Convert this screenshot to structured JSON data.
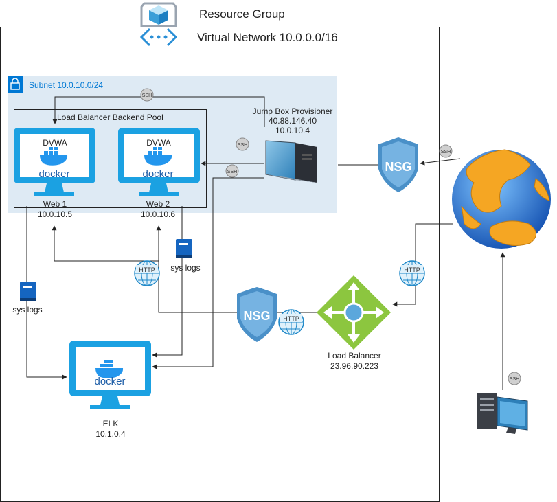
{
  "resource_group": {
    "label": "Resource Group"
  },
  "vnet": {
    "label": "Virtual Network 10.0.0.0/16"
  },
  "subnet": {
    "label": "Subnet 10.0.10.0/24"
  },
  "backend_pool": {
    "label": "Load Balancer Backend Pool"
  },
  "web1": {
    "app": "DVWA",
    "brand": "docker",
    "name": "Web 1",
    "ip": "10.0.10.5"
  },
  "web2": {
    "app": "DVWA",
    "brand": "docker",
    "name": "Web 2",
    "ip": "10.0.10.6"
  },
  "jumpbox": {
    "name": "Jump Box Provisioner",
    "public_ip": "40.88.146.40",
    "ip": "10.0.10.4"
  },
  "elk": {
    "brand": "docker",
    "name": "ELK",
    "ip": "10.1.0.4"
  },
  "load_balancer": {
    "name": "Load Balancer",
    "ip": "23.96.90.223"
  },
  "nsg": {
    "label": "NSG"
  },
  "protocols": {
    "ssh": "SSH",
    "http": "HTTP"
  },
  "syslogs": {
    "label": "sys logs"
  },
  "colors": {
    "monitor": "#1ba1e2",
    "subnet_fill": "#deeaf4",
    "subnet_icon": "#0078d4",
    "nsg": "#4a90c8",
    "lb": "#8cc63f",
    "ocean": "#1e6fd0",
    "land": "#f5a623",
    "book": "#1565c0"
  },
  "icons": [
    "cube-icon",
    "vnet-icon",
    "lock-icon",
    "docker-whale-icon",
    "server-icon",
    "shield-icon",
    "load-balancer-icon",
    "globe-icon",
    "workstation-icon",
    "book-icon"
  ]
}
